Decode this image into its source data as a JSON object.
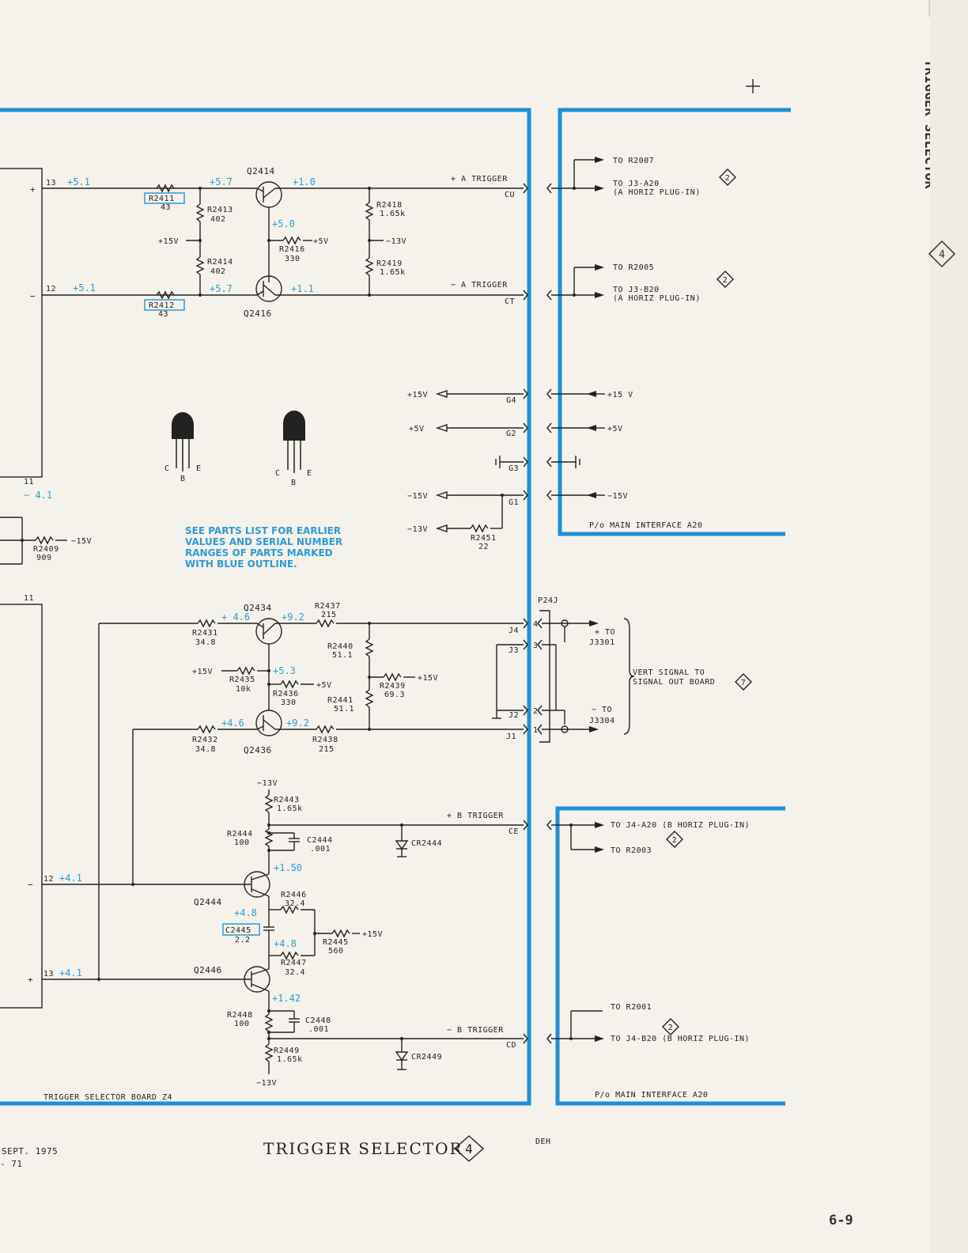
{
  "page": {
    "tab_title": "TRIGGER SELECTOR",
    "tab_diamond": "4",
    "page_number": "6-9",
    "bottom_title": "TRIGGER SELECTOR",
    "bottom_diamond": "4",
    "date": "SEPT. 1975",
    "doc_code": "- 71",
    "initials": "DEH",
    "board_label": "TRIGGER SELECTOR BOARD Z4",
    "interface_label_a": "P/o MAIN INTERFACE A20",
    "interface_label_b": "P/o MAIN INTERFACE A20",
    "note": [
      "SEE PARTS LIST FOR EARLIER",
      "VALUES AND SERIAL NUMBER",
      "RANGES OF PARTS MARKED",
      "WITH BLUE OUTLINE."
    ]
  },
  "top_section": {
    "pin13": "13",
    "pin12": "12",
    "plus": "+",
    "minus": "−",
    "v_in_top": "+5.1",
    "v_in_bot": "+5.1",
    "r2411": "R2411",
    "r2411_v": "43",
    "r2412": "R2412",
    "r2412_v": "43",
    "r2413": "R2413",
    "r2413_v": "402",
    "r2414": "R2414",
    "r2414_v": "402",
    "plus15v": "+15V",
    "q2414": "Q2414",
    "q2416": "Q2416",
    "v_e_top": "+5.7",
    "v_e_bot": "+5.7",
    "v_c_top": "+1.0",
    "v_c_bot": "+1.1",
    "v_b": "+5.0",
    "r2416": "R2416",
    "r2416_v": "330",
    "plus5v": "+5V",
    "r2418": "R2418",
    "r2418_v": "1.65k",
    "r2419": "R2419",
    "r2419_v": "1.65k",
    "minus13v": "−13V",
    "a_trig_plus": "+ A TRIGGER",
    "a_trig_minus": "− A TRIGGER",
    "pin_cu": "CU",
    "pin_ct": "CT"
  },
  "middle_section": {
    "v_41": "− 4.1",
    "r2409": "R2409",
    "r2409_v": "909",
    "minus15v": "−15V",
    "pin_11a": "11",
    "pin_11b": "11",
    "pin_c1": "C",
    "pin_b1": "B",
    "pin_e1": "E",
    "pin_c2": "C",
    "pin_b2": "B",
    "pin_e2": "E",
    "p15v": "+15V",
    "p5v": "+5V",
    "m15v": "−15V",
    "m13v": "−13V",
    "pin_g4": "G4",
    "pin_g2": "G2",
    "pin_g3": "G3",
    "pin_g1": "G1",
    "r2451": "R2451",
    "r2451_v": "22",
    "rp15v": "+15 V",
    "rp5v": "+5V",
    "rm15v": "−15V"
  },
  "vert_section": {
    "q2434": "Q2434",
    "q2436": "Q2436",
    "r2431": "R2431",
    "r2431_v": "34.8",
    "r2432": "R2432",
    "r2432_v": "34.8",
    "r2437": "R2437",
    "r2437_v": "215",
    "r2438": "R2438",
    "r2438_v": "215",
    "r2440": "R2440",
    "r2440_v": "51.1",
    "r2441": "R2441",
    "r2441_v": "51.1",
    "r2435": "R2435",
    "r2435_v": "10k",
    "r2436": "R2436",
    "r2436_v": "330",
    "r2439": "R2439",
    "r2439_v": "69.3",
    "p15v_a": "+15V",
    "p5v": "+5V",
    "p15v_b": "+15V",
    "v_e1": "+ 4.6",
    "v_e2": "+4.6",
    "v_c1": "+9.2",
    "v_c2": "+9.2",
    "v_b": "+5.3",
    "pin_j4": "J4",
    "pin_j3": "J3",
    "pin_j2": "J2",
    "pin_j1": "J1",
    "p24j": "P24J",
    "n4": "4",
    "n3": "3",
    "n2": "2",
    "n1": "1",
    "to_plus": "+ TO",
    "j3301": "J3301",
    "to_minus": "− TO",
    "j3304": "J3304",
    "vert_sig_1": "VERT SIGNAL TO",
    "vert_sig_2": "SIGNAL OUT BOARD",
    "vert_diamond": "7"
  },
  "b_section": {
    "m13v_top": "−13V",
    "m13v_bot": "−13V",
    "r2443": "R2443",
    "r2443_v": "1.65k",
    "r2444": "R2444",
    "r2444_v": "100",
    "c2444": "C2444",
    "c2444_v": ".001",
    "cr2444": "CR2444",
    "cr2449": "CR2449",
    "b_trig_plus": "+ B TRIGGER",
    "b_trig_minus": "− B TRIGGER",
    "pin_ce": "CE",
    "pin_cd": "CD",
    "v_150": "+1.50",
    "v_142": "+1.42",
    "q2444": "Q2444",
    "q2446": "Q2446",
    "pin12": "12",
    "pin13": "13",
    "v41a": "+4.1",
    "v41b": "+4.1",
    "minus": "−",
    "plus": "+",
    "r2446": "R2446",
    "r2446_v": "32.4",
    "r2447": "R2447",
    "r2447_v": "32.4",
    "r2445": "R2445",
    "r2445_v": "560",
    "p15v": "+15V",
    "c2445": "C2445",
    "c2445_v": "2.2",
    "v48a": "+4.8",
    "v48b": "+4.8",
    "r2448": "R2448",
    "r2448_v": "100",
    "c2448": "C2448",
    "c2448_v": ".001",
    "r2449": "R2449",
    "r2449_v": "1.65k"
  },
  "right_refs": {
    "to_r2007": "TO R2007",
    "to_j3a20": "TO J3-A20",
    "a_horiz_1": "(A HORIZ PLUG-IN)",
    "d2_1": "2",
    "to_r2005": "TO R2005",
    "to_j3b20": "TO J3-B20",
    "a_horiz_2": "(A HORIZ PLUG-IN)",
    "d2_2": "2",
    "to_j4a20": "TO J4-A20 (B HORIZ PLUG-IN)",
    "to_r2003": "TO R2003",
    "d2_3": "2",
    "to_r2001": "TO R2001",
    "to_j4b20": "TO J4-B20 (B HORIZ PLUG-IN)",
    "d2_4": "2"
  }
}
